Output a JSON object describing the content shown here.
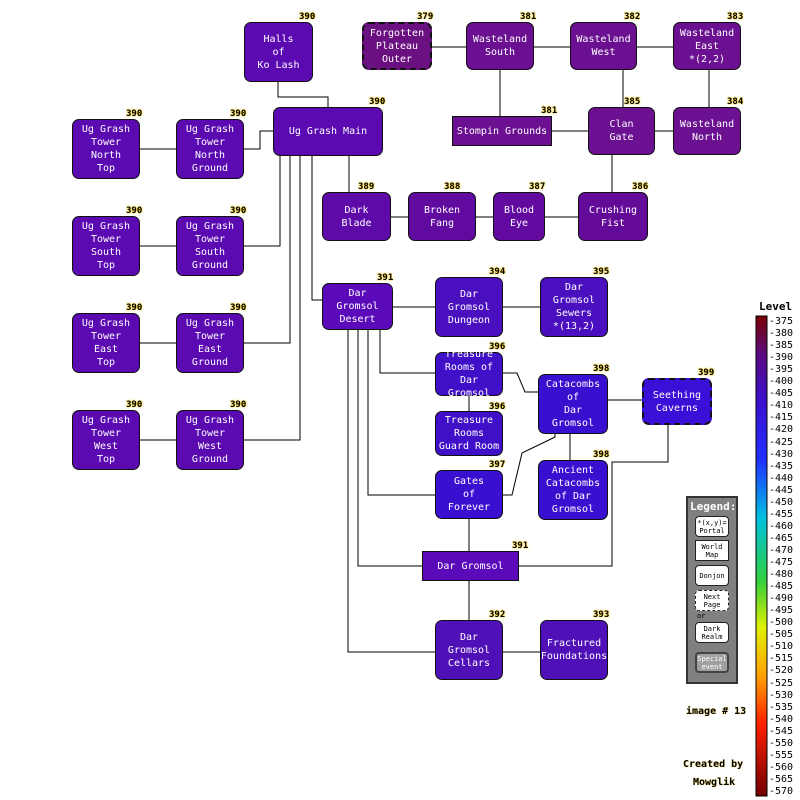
{
  "scale": {
    "title": "Level",
    "ticks": [
      "375",
      "380",
      "385",
      "390",
      "395",
      "400",
      "405",
      "410",
      "415",
      "420",
      "425",
      "430",
      "435",
      "440",
      "445",
      "450",
      "455",
      "460",
      "465",
      "470",
      "475",
      "480",
      "485",
      "490",
      "495",
      "500",
      "505",
      "510",
      "515",
      "520",
      "525",
      "530",
      "535",
      "540",
      "545",
      "550",
      "555",
      "560",
      "565",
      "570"
    ]
  },
  "legend": {
    "title": "Legend:",
    "items": [
      "*(x,y)=\nPortal",
      "World\nMap",
      "Donjon",
      "Next\nPage",
      "Dark\nRealm",
      "Special\nevent"
    ],
    "or_label": "or"
  },
  "footer": {
    "image_label": "image # 13",
    "credit_line1": "Created by",
    "credit_line2": "Mowglik"
  },
  "nodes": [
    {
      "id": "halls",
      "label": "Halls\nof\nKo Lash",
      "level": "390",
      "color": "#5a0ab0"
    },
    {
      "id": "forgotten",
      "label": "Forgotten\nPlateau\nOuter",
      "level": "379",
      "color": "#6a1080"
    },
    {
      "id": "ws",
      "label": "Wasteland\nSouth",
      "level": "381",
      "color": "#6a1090"
    },
    {
      "id": "ww",
      "label": "Wasteland\nWest",
      "level": "382",
      "color": "#6a1090"
    },
    {
      "id": "we",
      "label": "Wasteland\nEast\n*(2,2)",
      "level": "383",
      "color": "#6a1090"
    },
    {
      "id": "ugmain",
      "label": "Ug Grash Main",
      "level": "390",
      "color": "#5a0ab0"
    },
    {
      "id": "stompin",
      "label": "Stompin Grounds",
      "level": "381",
      "color": "#6a1090"
    },
    {
      "id": "clan",
      "label": "Clan\nGate",
      "level": "385",
      "color": "#6a1090"
    },
    {
      "id": "wn",
      "label": "Wasteland\nNorth",
      "level": "384",
      "color": "#6a1090"
    },
    {
      "id": "ntop",
      "label": "Ug Grash\nTower\nNorth\nTop",
      "level": "390",
      "color": "#5a0ab0"
    },
    {
      "id": "nground",
      "label": "Ug Grash\nTower\nNorth\nGround",
      "level": "390",
      "color": "#5a0ab0"
    },
    {
      "id": "dark",
      "label": "Dark\nBlade",
      "level": "389",
      "color": "#5e0aa8"
    },
    {
      "id": "broken",
      "label": "Broken\nFang",
      "level": "388",
      "color": "#600aa0"
    },
    {
      "id": "blood",
      "label": "Blood\nEye",
      "level": "387",
      "color": "#620aa0"
    },
    {
      "id": "crushing",
      "label": "Crushing\nFist",
      "level": "386",
      "color": "#640a98"
    },
    {
      "id": "stop",
      "label": "Ug Grash\nTower\nSouth\nTop",
      "level": "390",
      "color": "#5a0ab0"
    },
    {
      "id": "sground",
      "label": "Ug Grash\nTower\nSouth\nGround",
      "level": "390",
      "color": "#5a0ab0"
    },
    {
      "id": "dgdesert",
      "label": "Dar\nGromsol\nDesert",
      "level": "391",
      "color": "#5a0ab8"
    },
    {
      "id": "dgdungeon",
      "label": "Dar\nGromsol\nDungeon",
      "level": "394",
      "color": "#4a10c0"
    },
    {
      "id": "dgsewers",
      "label": "Dar\nGromsol\nSewers\n*(13,2)",
      "level": "395",
      "color": "#4a10c0"
    },
    {
      "id": "etop",
      "label": "Ug Grash\nTower\nEast\nTop",
      "level": "390",
      "color": "#5a0ab0"
    },
    {
      "id": "eground",
      "label": "Ug Grash\nTower\nEast\nGround",
      "level": "390",
      "color": "#5a0ab0"
    },
    {
      "id": "treasure",
      "label": "Treasure\nRooms of\nDar Gromsol",
      "level": "396",
      "color": "#4010c8"
    },
    {
      "id": "catacombs",
      "label": "Catacombs\nof\nDar\nGromsol",
      "level": "398",
      "color": "#3a10d0"
    },
    {
      "id": "seething",
      "label": "Seething\nCaverns",
      "level": "399",
      "color": "#3a10d8"
    },
    {
      "id": "guard",
      "label": "Treasure\nRooms\nGuard Room",
      "level": "396",
      "color": "#4010c8"
    },
    {
      "id": "wtop",
      "label": "Ug Grash\nTower\nWest\nTop",
      "level": "390",
      "color": "#5a0ab0"
    },
    {
      "id": "wground",
      "label": "Ug Grash\nTower\nWest\nGround",
      "level": "390",
      "color": "#5a0ab0"
    },
    {
      "id": "gates",
      "label": "Gates\nof\nForever",
      "level": "397",
      "color": "#3a10d0"
    },
    {
      "id": "ancient",
      "label": "Ancient\nCatacombs\nof Dar\nGromsol",
      "level": "398",
      "color": "#3a10d0"
    },
    {
      "id": "dargromsol",
      "label": "Dar Gromsol",
      "level": "391",
      "color": "#5a0ab8"
    },
    {
      "id": "cellars",
      "label": "Dar\nGromsol\nCellars",
      "level": "392",
      "color": "#5010b8"
    },
    {
      "id": "fractured",
      "label": "Fractured\nFoundations",
      "level": "393",
      "color": "#5010b8"
    }
  ]
}
